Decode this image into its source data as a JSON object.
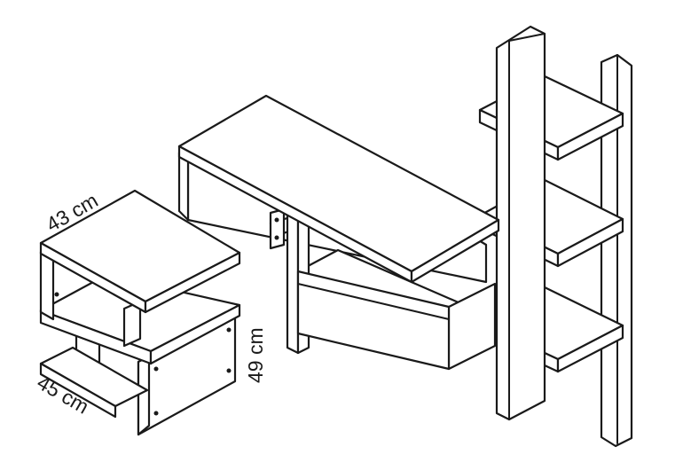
{
  "dimensions": {
    "width_label": "43 cm",
    "depth_label": "45 cm",
    "height_label": "49 cm"
  },
  "colors": {
    "line": "#1a1a1a",
    "background": "#ffffff"
  }
}
